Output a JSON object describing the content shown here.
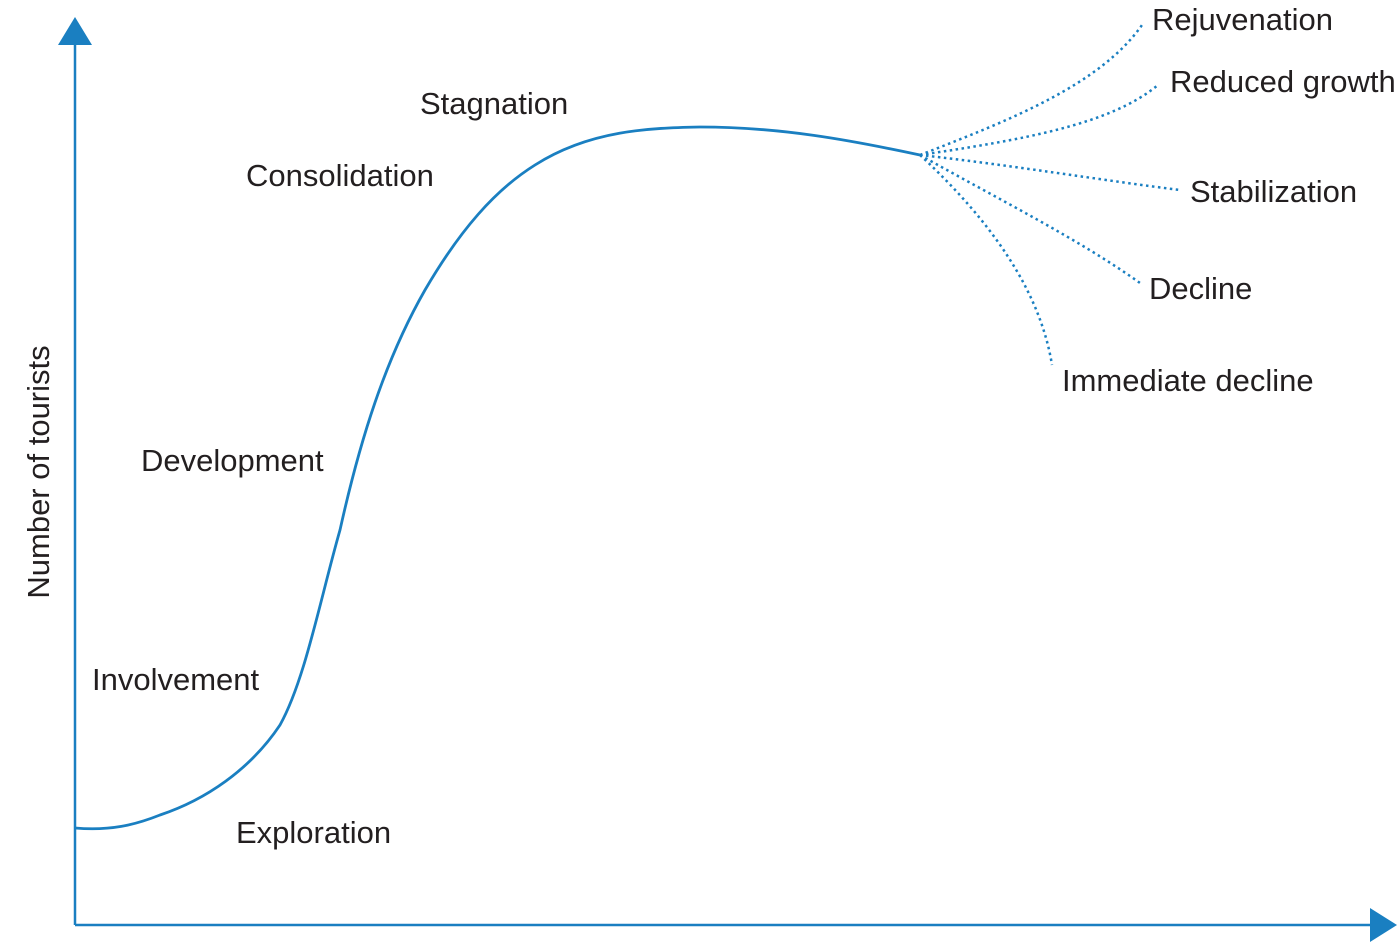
{
  "y_axis_label": "Number of tourists",
  "stages": {
    "exploration": "Exploration",
    "involvement": "Involvement",
    "development": "Development",
    "consolidation": "Consolidation",
    "stagnation": "Stagnation"
  },
  "outcomes": {
    "rejuvenation": "Rejuvenation",
    "reduced_growth": "Reduced growth",
    "stabilization": "Stabilization",
    "decline": "Decline",
    "immediate_decline": "Immediate decline"
  },
  "colors": {
    "curve": "#1a7fc1",
    "text": "#231f20"
  }
}
